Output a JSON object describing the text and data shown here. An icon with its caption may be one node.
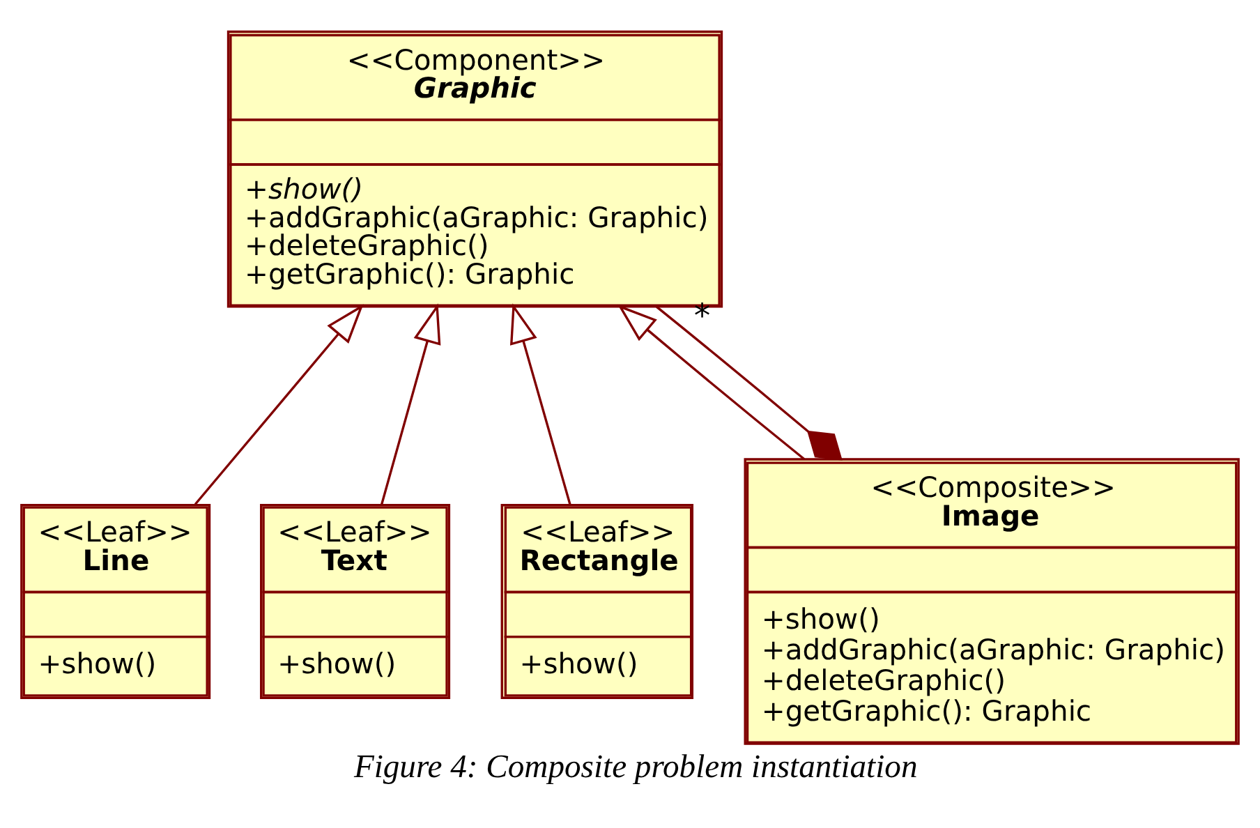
{
  "diagram": {
    "caption": "Figure 4: Composite problem instantiation",
    "nodes": [
      {
        "text": [
          "<<Component>>",
          "Graphic",
          "+show()",
          "+addGraphic(aGraphic: Graphic)",
          "+deleteGraphic()",
          "+getGraphic(): Graphic"
        ]
      },
      {
        "text": [
          "<<Leaf>>",
          "Line",
          "+show()"
        ]
      },
      {
        "text": [
          "<<Leaf>>",
          "Text",
          "+show()"
        ]
      },
      {
        "text": [
          "<<Leaf>>",
          "Rectangle",
          "+show()"
        ]
      },
      {
        "text": [
          "<<Composite>>",
          "Image",
          "+show()",
          "+addGraphic(aGraphic: Graphic)",
          "+deleteGraphic()",
          "+getGraphic(): Graphic"
        ]
      }
    ],
    "edges": [
      {
        "from": 1,
        "to": 0,
        "arrow": "to"
      },
      {
        "from": 2,
        "to": 0,
        "arrow": "to"
      },
      {
        "from": 3,
        "to": 0,
        "arrow": "to"
      },
      {
        "from": 4,
        "to": 0,
        "arrow": "to"
      },
      {
        "from": 4,
        "to": 0,
        "arrow": "other",
        "label": "*"
      }
    ]
  }
}
